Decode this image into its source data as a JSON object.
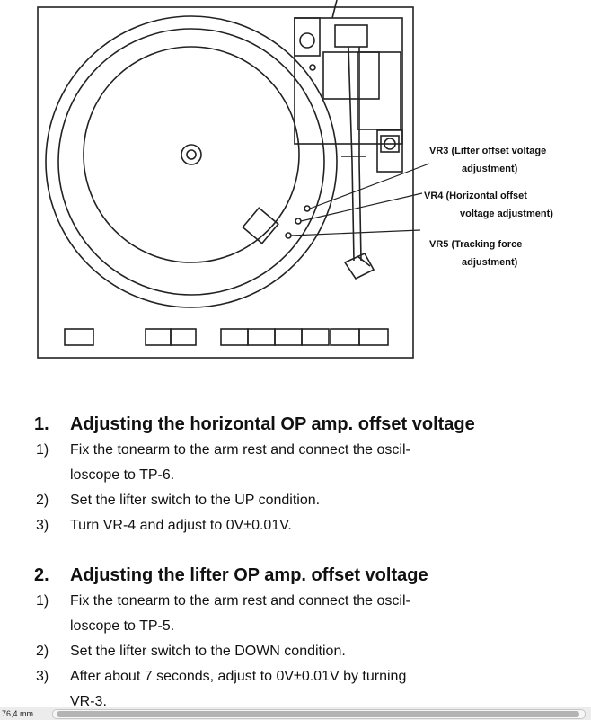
{
  "diagram": {
    "callouts": [
      {
        "id": "VR3",
        "line1": "VR3 (Lifter offset voltage",
        "line2": "adjustment)"
      },
      {
        "id": "VR4",
        "line1": "VR4  (Horizontal offset",
        "line2": "voltage adjustment)"
      },
      {
        "id": "VR5",
        "line1": "VR5 (Tracking force",
        "line2": "adjustment)"
      }
    ]
  },
  "sections": [
    {
      "num": "1.",
      "title": "Adjusting the horizontal OP amp. offset voltage",
      "steps": [
        {
          "n": "1)",
          "line1": "Fix the tonearm to the arm rest and connect the oscil-",
          "line2": "loscope to TP-6."
        },
        {
          "n": "2)",
          "line1": "Set the lifter switch to the UP condition.",
          "line2": ""
        },
        {
          "n": "3)",
          "line1": "Turn VR-4 and adjust to 0V±0.01V.",
          "line2": ""
        }
      ]
    },
    {
      "num": "2.",
      "title": "Adjusting the lifter OP amp. offset voltage",
      "steps": [
        {
          "n": "1)",
          "line1": "Fix the tonearm to the arm rest and connect the oscil-",
          "line2": "loscope to TP-5."
        },
        {
          "n": "2)",
          "line1": "Set the lifter switch to the DOWN condition.",
          "line2": ""
        },
        {
          "n": "3)",
          "line1": "After about 7 seconds, adjust to 0V±0.01V by turning",
          "line2": "VR-3."
        }
      ]
    }
  ],
  "viewer": {
    "zoom_label": "76,4 mm"
  }
}
